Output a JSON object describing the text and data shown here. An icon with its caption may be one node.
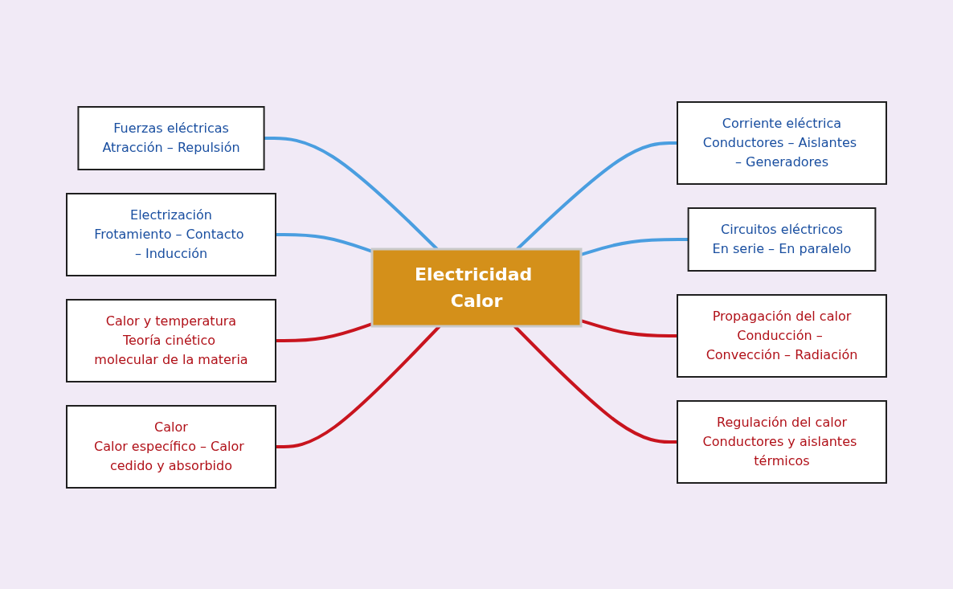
{
  "diagram": {
    "nodes": [
      {
        "text": [
          "Electricidad Calor"
        ]
      },
      {
        "text": [
          "Fuerzas eléctricas",
          "Atracción – Repulsión"
        ]
      },
      {
        "text": [
          "Corriente eléctrica",
          "Conductores – Aislantes – Generadores"
        ]
      },
      {
        "text": [
          "Electrización",
          "Frotamiento – Contacto – Inducción"
        ]
      },
      {
        "text": [
          "Circuitos eléctricos",
          "En serie – En paralelo"
        ]
      },
      {
        "text": [
          "Calor y temperatura",
          "Teoría cinético molecular de la materia"
        ]
      },
      {
        "text": [
          "Propagación del calor",
          "Conducción – Convección – Radiación"
        ]
      },
      {
        "text": [
          "Calor",
          "Calor específico – Calor cedido y absorbido"
        ]
      },
      {
        "text": [
          "Regulación del calor",
          "Conductores y aislantes térmicos"
        ]
      }
    ],
    "edges": [
      {
        "from": 1,
        "to": 0,
        "arrow": "none",
        "color": "#4a9ee0"
      },
      {
        "from": 0,
        "to": 2,
        "arrow": "none",
        "color": "#4a9ee0"
      },
      {
        "from": 3,
        "to": 0,
        "arrow": "none",
        "color": "#4a9ee0"
      },
      {
        "from": 0,
        "to": 4,
        "arrow": "none",
        "color": "#4a9ee0"
      },
      {
        "from": 5,
        "to": 0,
        "arrow": "none",
        "color": "#c8141e"
      },
      {
        "from": 0,
        "to": 6,
        "arrow": "none",
        "color": "#c8141e"
      },
      {
        "from": 7,
        "to": 0,
        "arrow": "none",
        "color": "#c8141e"
      },
      {
        "from": 0,
        "to": 8,
        "arrow": "none",
        "color": "#c8141e"
      }
    ]
  }
}
